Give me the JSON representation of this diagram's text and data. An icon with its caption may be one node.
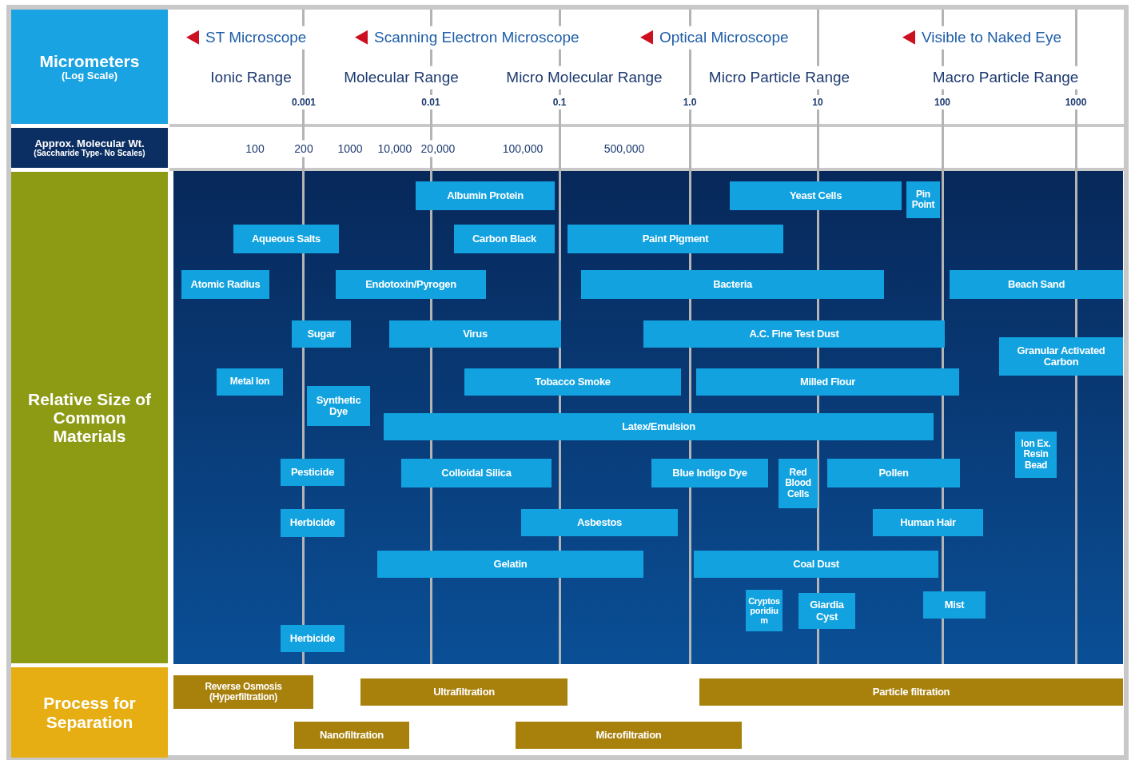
{
  "diagram": {
    "nodes": [
      {
        "text": [
          "Micrometers",
          "(Log Scale)"
        ]
      },
      {
        "text": [
          "Approx. Molecular Wt.",
          "(Saccharide Type- No Scales)"
        ]
      },
      {
        "text": [
          "Relative Size of Common Materials"
        ]
      },
      {
        "text": [
          "Process for Separation"
        ]
      },
      {
        "text": [
          "Albumin Protein"
        ]
      },
      {
        "text": [
          "Yeast Cells"
        ]
      },
      {
        "text": [
          "Pin Point"
        ]
      },
      {
        "text": [
          "Aqueous Salts"
        ]
      },
      {
        "text": [
          "Carbon Black"
        ]
      },
      {
        "text": [
          "Paint Pigment"
        ]
      },
      {
        "text": [
          "Atomic Radius"
        ]
      },
      {
        "text": [
          "Endotoxin/Pyrogen"
        ]
      },
      {
        "text": [
          "Bacteria"
        ]
      },
      {
        "text": [
          "Beach Sand"
        ]
      },
      {
        "text": [
          "Sugar"
        ]
      },
      {
        "text": [
          "Virus"
        ]
      },
      {
        "text": [
          "A.C. Fine Test Dust"
        ]
      },
      {
        "text": [
          "Granular Activated Carbon"
        ]
      },
      {
        "text": [
          "Metal Ion"
        ]
      },
      {
        "text": [
          "Tobacco Smoke"
        ]
      },
      {
        "text": [
          "Milled Flour"
        ]
      },
      {
        "text": [
          "Synthetic Dye"
        ]
      },
      {
        "text": [
          "Latex/Emulsion"
        ]
      },
      {
        "text": [
          "Ion Ex. Resin Bead"
        ]
      },
      {
        "text": [
          "Pesticide"
        ]
      },
      {
        "text": [
          "Colloidal Silica"
        ]
      },
      {
        "text": [
          "Blue Indigo Dye"
        ]
      },
      {
        "text": [
          "Red Blood Cells"
        ]
      },
      {
        "text": [
          "Pollen"
        ]
      },
      {
        "text": [
          "Herbicide"
        ]
      },
      {
        "text": [
          "Asbestos"
        ]
      },
      {
        "text": [
          "Human Hair"
        ]
      },
      {
        "text": [
          "Gelatin"
        ]
      },
      {
        "text": [
          "Coal Dust"
        ]
      },
      {
        "text": [
          "Cryptosporidium"
        ]
      },
      {
        "text": [
          "Giardia Cyst"
        ]
      },
      {
        "text": [
          "Mist"
        ]
      },
      {
        "text": [
          "Herbicide"
        ]
      },
      {
        "text": [
          "Reverse Osmosis (Hyperfiltration)"
        ]
      },
      {
        "text": [
          "Ultrafiltration"
        ]
      },
      {
        "text": [
          "Particle filtration"
        ]
      },
      {
        "text": [
          "Nanofiltration"
        ]
      },
      {
        "text": [
          "Microfiltration"
        ]
      }
    ],
    "labels": [
      "ST Microscope",
      "Scanning Electron Microscope",
      "Optical Microscope",
      "Visible to Naked Eye",
      "Ionic Range",
      "Molecular Range",
      "Micro Molecular Range",
      "Micro Particle Range",
      "Macro Particle Range",
      "0.001",
      "0.01",
      "0.1",
      "1.0",
      "10",
      "100",
      "1000",
      "100",
      "200",
      "1000",
      "10,000",
      "20,000",
      "100,000",
      "500,000"
    ]
  }
}
